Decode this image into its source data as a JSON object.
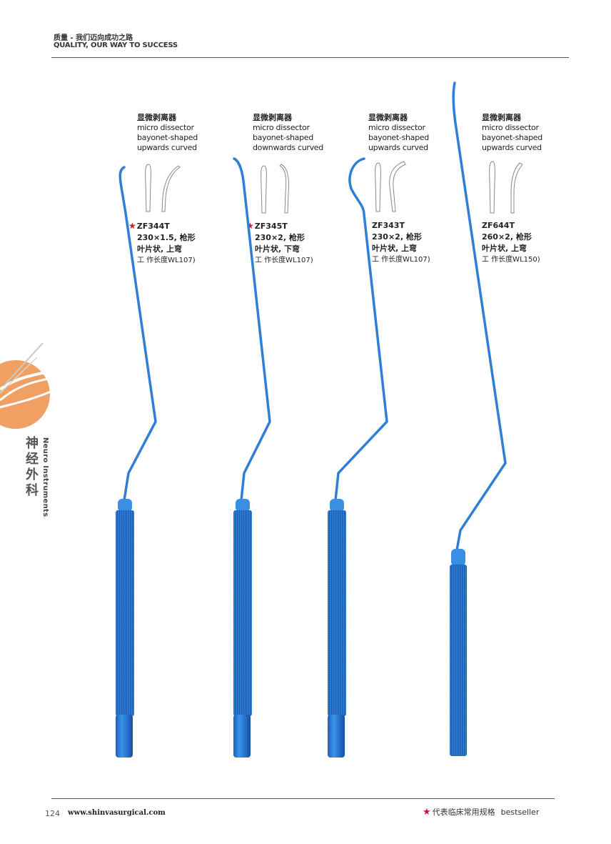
{
  "header": {
    "cn": "质量 - 我们迈向成功之路",
    "en": "QUALITY, OUR WAY TO SUCCESS"
  },
  "side_tab": {
    "cn": "神经外科",
    "en": "Neuro Instruments"
  },
  "products": [
    {
      "name_cn": "显微剥离器",
      "name_en": "micro dissector",
      "shape": "bayonet-shaped",
      "curve": "upwards curved",
      "bestseller": true,
      "code": "ZF344T",
      "spec": "230×1.5, 枪形",
      "desc": "叶片状, 上弯",
      "note": "工 作长度WL107)"
    },
    {
      "name_cn": "显微剥离器",
      "name_en": "micro dissector",
      "shape": "bayonet-shaped",
      "curve": "downwards curved",
      "bestseller": true,
      "code": "ZF345T",
      "spec": "230×2, 枪形",
      "desc": "叶片状, 下弯",
      "note": "工 作长度WL107)"
    },
    {
      "name_cn": "显微剥离器",
      "name_en": "micro dissector",
      "shape": "bayonet-shaped",
      "curve": "upwards curved",
      "bestseller": false,
      "code": "ZF343T",
      "spec": "230×2, 枪形",
      "desc": "叶片状, 上弯",
      "note": "工 作长度WL107)"
    },
    {
      "name_cn": "显微剥离器",
      "name_en": "micro dissector",
      "shape": "bayonet-shaped",
      "curve": "upwards curved",
      "bestseller": false,
      "code": "ZF644T",
      "spec": "260×2, 枪形",
      "desc": "叶片状, 上弯",
      "note": "工 作长度WL150)"
    }
  ],
  "footer": {
    "page": "124",
    "website": "www.shinvasurgical.com",
    "legend_cn": "代表临床常用规格",
    "legend_en": "bestseller"
  },
  "colors": {
    "instrument_blue": "#2f7fd6",
    "star_red": "#d3152a",
    "accent_orange": "#f0a062"
  },
  "icons": [
    "star-icon"
  ]
}
